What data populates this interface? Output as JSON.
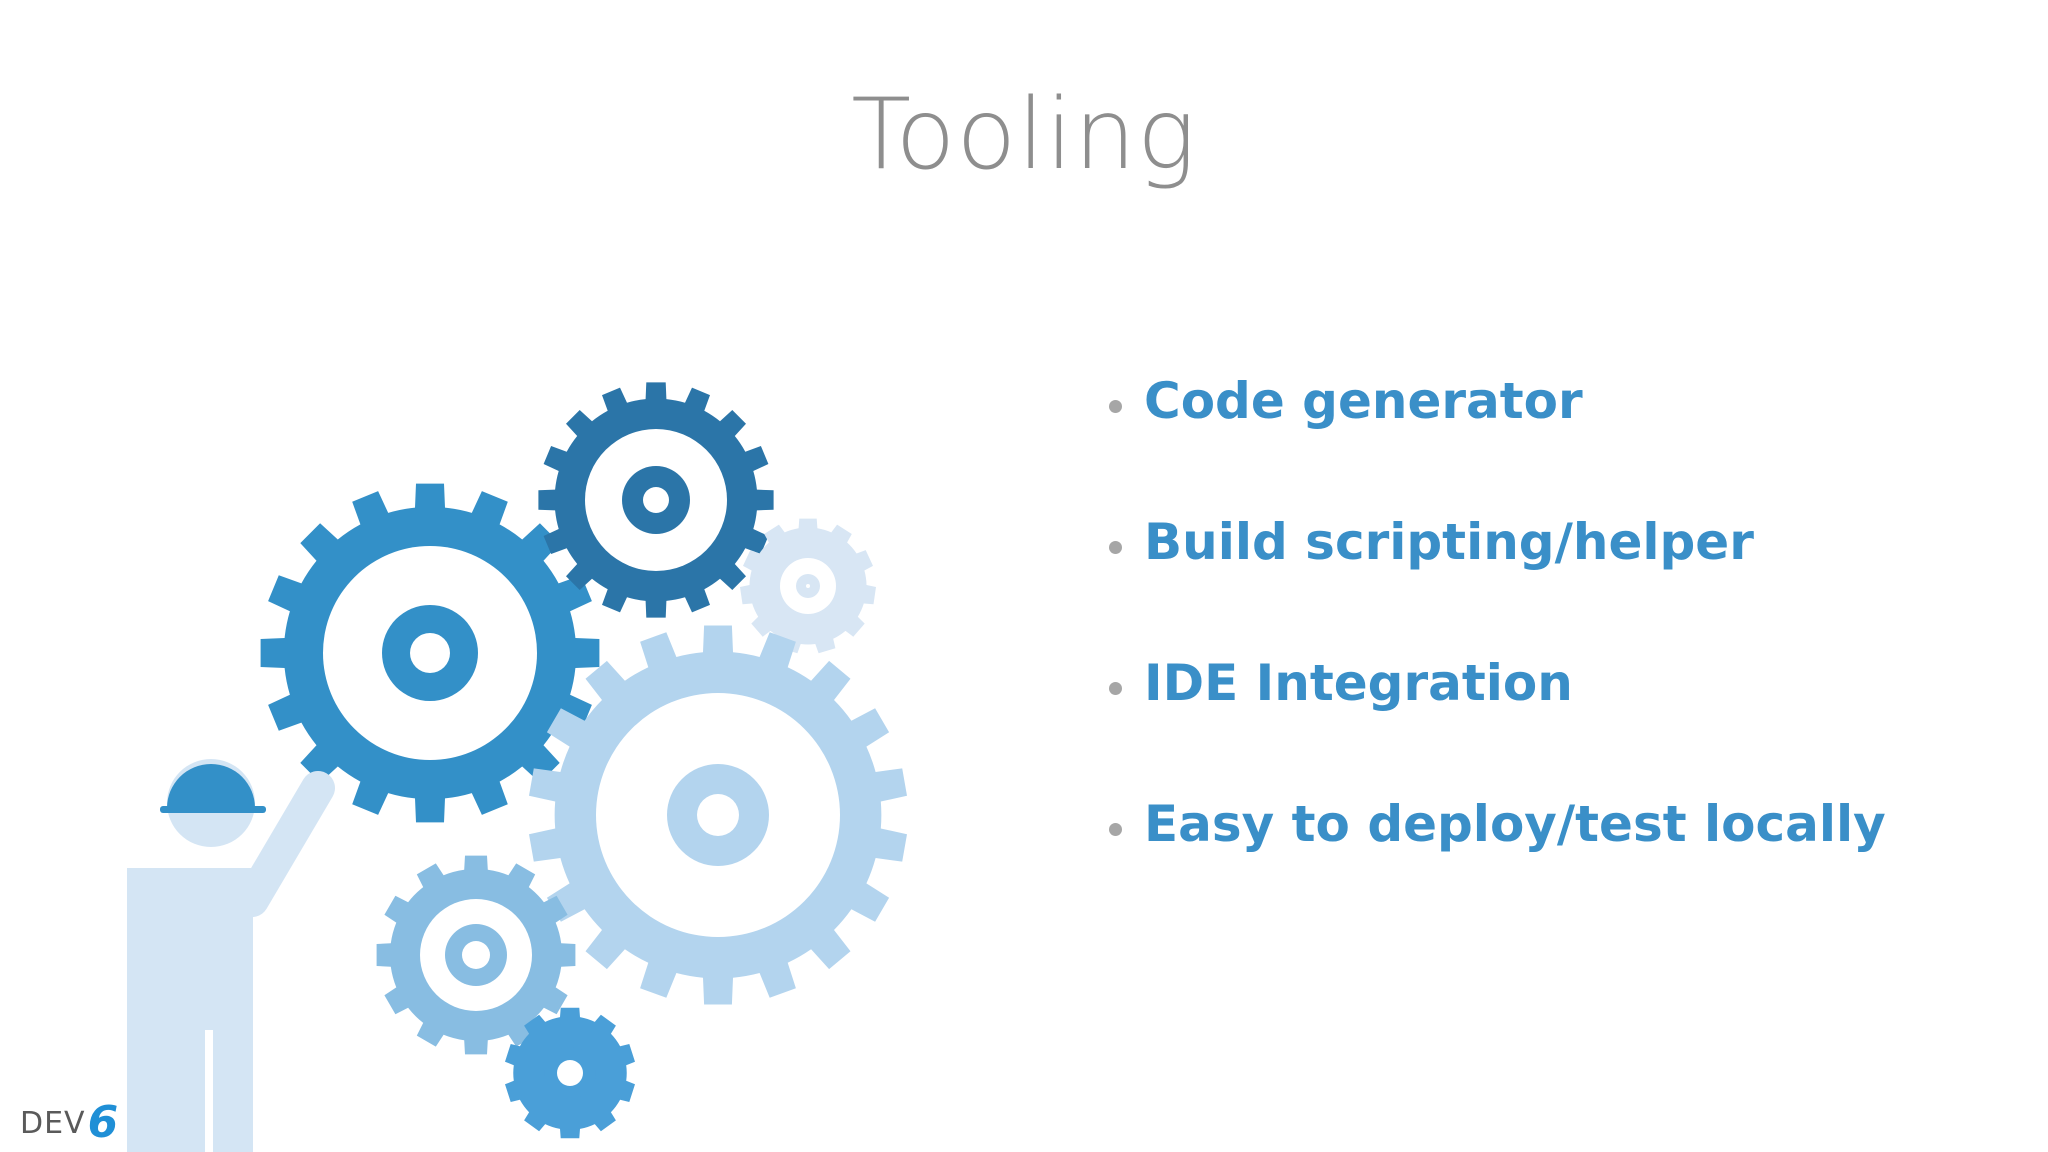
{
  "slide": {
    "title": "Tooling",
    "bullets": [
      "Code generator",
      "Build scripting/helper",
      "IDE Integration",
      "Easy to deploy/test locally"
    ]
  },
  "logo": {
    "text": "DEV",
    "mark": "6"
  },
  "colors": {
    "background": "#ffffff",
    "title": "#8e8e8e",
    "bullet_text": "#3a8fc8",
    "bullet_dot": "#a6a6a6",
    "gear_blue": "#3390c8",
    "gear_dark": "#2b75a8",
    "gear_light": "#b3d4ee",
    "gear_pale": "#d8e6f4",
    "gear_mid": "#88bde2",
    "gear_small": "#4a9fd8",
    "worker_figure": "#d4e5f4",
    "worker_helmet": "#3390c8"
  },
  "illustration": {
    "icons": [
      "gear-icon",
      "worker-icon"
    ]
  }
}
